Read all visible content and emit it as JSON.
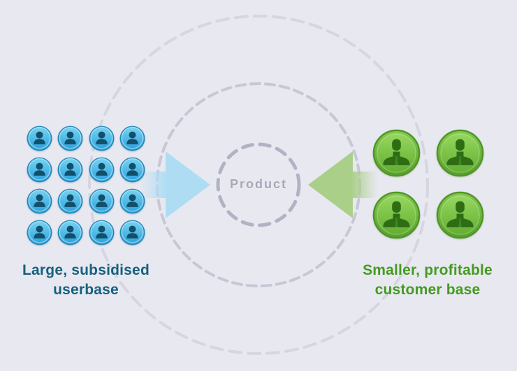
{
  "diagram": {
    "title": "Subsidised two-sided market diagram",
    "product": {
      "label": "Product"
    },
    "left_group": {
      "name": "subsidised-userbase",
      "label": "Large, subsidised userbase",
      "label_lines": [
        "Large, subsidised",
        "userbase"
      ],
      "icon": "user-icon-blue",
      "rows": 4,
      "cols": 4,
      "count": 16
    },
    "right_group": {
      "name": "profitable-customer-base",
      "label": "Smaller, profitable customer base",
      "label_lines": [
        "Smaller, profitable",
        "customer base"
      ],
      "icon": "user-icon-green",
      "rows": 2,
      "cols": 2,
      "count": 4
    },
    "arrows": [
      {
        "name": "blue-arrow",
        "from": "left_group",
        "to": "product",
        "direction": "right",
        "color": "#aeddf3"
      },
      {
        "name": "green-arrow",
        "from": "right_group",
        "to": "product",
        "direction": "left",
        "color": "#a9cf88"
      }
    ],
    "circles": [
      {
        "name": "product-circle",
        "style": "dashed",
        "radius": 58
      },
      {
        "name": "middle-circle",
        "style": "dashed",
        "radius": 145
      },
      {
        "name": "outer-circle",
        "style": "dashed",
        "radius": 242
      }
    ]
  },
  "colors": {
    "background": "#e8e8f0",
    "outer_circle": "#d6d6e2",
    "middle_circle": "#c7c7d6",
    "product_circle": "#b2b2c5",
    "product_text": "#a7a7b9",
    "blue_arrow": "#aeddf3",
    "green_arrow": "#a9cf88",
    "blue_icon": "#2aa0d9",
    "green_icon": "#68b238",
    "blue_label": "#17607e",
    "green_label": "#459a21"
  }
}
